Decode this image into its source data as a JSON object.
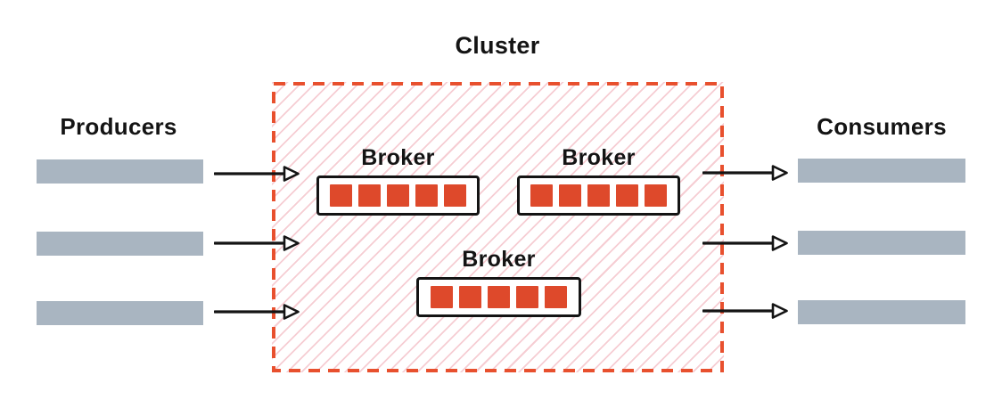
{
  "title": "Cluster",
  "producers": {
    "label": "Producers",
    "streams": 3
  },
  "consumers": {
    "label": "Consumers",
    "streams": 3
  },
  "brokers": [
    {
      "label": "Broker",
      "partitions": 5
    },
    {
      "label": "Broker",
      "partitions": 5
    },
    {
      "label": "Broker",
      "partitions": 5
    }
  ],
  "flows": {
    "producer_to_cluster": 3,
    "cluster_to_consumer": 3
  },
  "colors": {
    "cluster_red": "#E8502E",
    "partition_red": "#DE492B",
    "hatch_pink": "#F6CDD3",
    "stream_gray": "#A9B5C1",
    "ink": "#141414"
  }
}
